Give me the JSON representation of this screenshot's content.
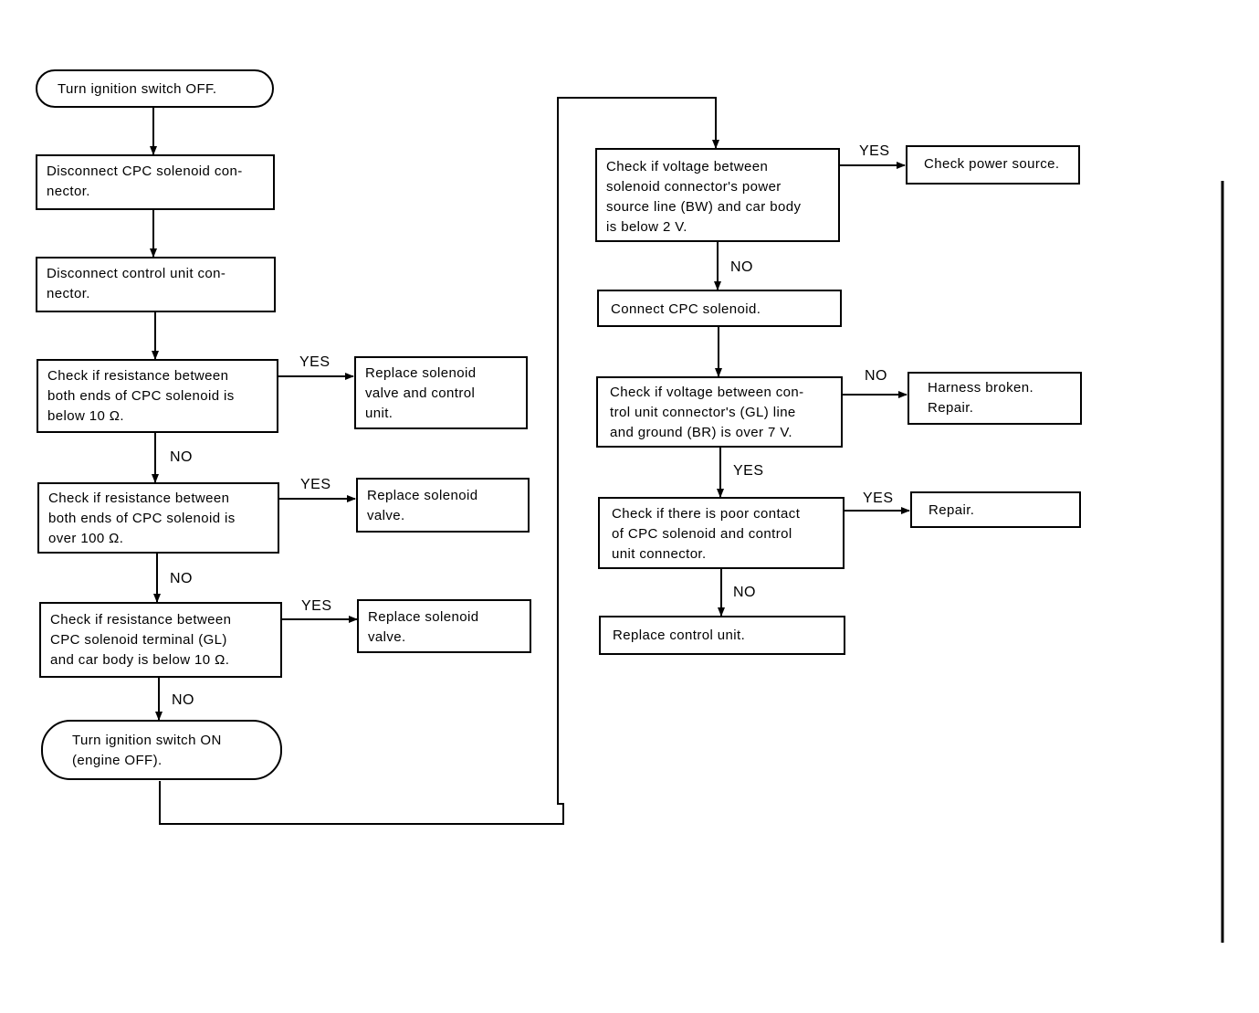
{
  "steps": {
    "s1": "Turn ignition switch OFF.",
    "s2": "Disconnect CPC solenoid con-\nnector.",
    "s3": "Disconnect control unit con-\nnector.",
    "s4": "Check if resistance between\nboth ends of CPC solenoid is\nbelow 10 Ω.",
    "s4_yes": "Replace solenoid\nvalve and control\nunit.",
    "s5": "Check if resistance between\nboth ends of CPC solenoid is\nover 100 Ω.",
    "s5_yes": "Replace solenoid\nvalve.",
    "s6": "Check if resistance between\nCPC solenoid terminal (GL)\nand car body is below 10 Ω.",
    "s6_yes": "Replace solenoid\nvalve.",
    "s7": "Turn ignition switch ON\n(engine OFF).",
    "s8": "Check if voltage between\nsolenoid connector's power\nsource line (BW) and car body\nis below 2 V.",
    "s8_yes": "Check power source.",
    "s9": "Connect CPC solenoid.",
    "s10": "Check if voltage between con-\ntrol unit connector's (GL) line\nand ground (BR) is over 7 V.",
    "s10_no": "Harness broken.\nRepair.",
    "s11": "Check if there is poor contact\nof CPC solenoid and control\nunit connector.",
    "s11_yes": "Repair.",
    "s12": "Replace control unit."
  },
  "labels": {
    "yes": "YES",
    "no": "NO"
  }
}
